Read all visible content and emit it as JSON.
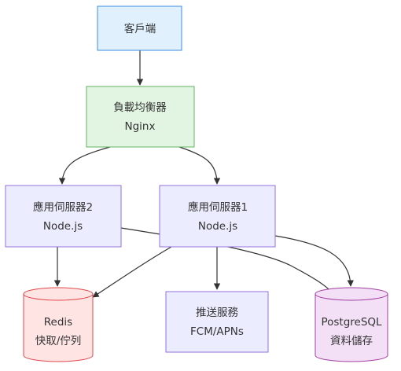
{
  "colors": {
    "blue_fill": "#e0f0fd",
    "blue_stroke": "#3b8ee2",
    "green_fill": "#e2f5e2",
    "green_stroke": "#62b462",
    "purple_fill": "#ececff",
    "purple_stroke": "#9370db",
    "red_fill": "#ffe4e4",
    "red_stroke": "#e0474c",
    "violet_fill": "#f3e0f7",
    "violet_stroke": "#a33ea1",
    "edge": "#333333"
  },
  "nodes": {
    "client": {
      "line1": "客戶端"
    },
    "loadbalancer": {
      "line1": "負載均衡器",
      "line2": "Nginx"
    },
    "app2": {
      "line1": "應用伺服器2",
      "line2": "Node.js"
    },
    "app1": {
      "line1": "應用伺服器1",
      "line2": "Node.js"
    },
    "redis": {
      "line1": "Redis",
      "line2": "快取/佇列"
    },
    "push": {
      "line1": "推送服務",
      "line2": "FCM/APNs"
    },
    "postgres": {
      "line1": "PostgreSQL",
      "line2": "資料儲存"
    }
  },
  "edges": [
    {
      "from": "client",
      "to": "loadbalancer"
    },
    {
      "from": "loadbalancer",
      "to": "app2"
    },
    {
      "from": "loadbalancer",
      "to": "app1"
    },
    {
      "from": "app2",
      "to": "redis"
    },
    {
      "from": "app2",
      "to": "postgres"
    },
    {
      "from": "app1",
      "to": "redis"
    },
    {
      "from": "app1",
      "to": "push"
    },
    {
      "from": "app1",
      "to": "postgres"
    }
  ]
}
